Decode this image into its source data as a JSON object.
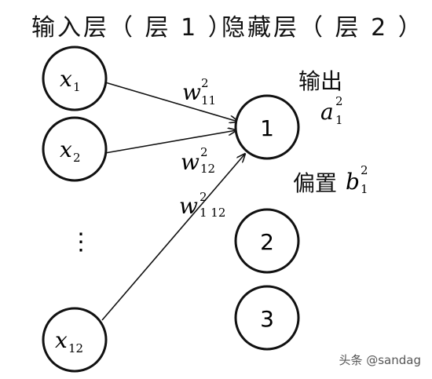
{
  "titles": {
    "input_layer": "输入层（ 层 1 ）",
    "hidden_layer": "隐藏层（ 层 2 ）"
  },
  "input_nodes": [
    {
      "base": "x",
      "sub": "1"
    },
    {
      "base": "x",
      "sub": "2"
    },
    {
      "base": "x",
      "sub": "12"
    }
  ],
  "ellipsis": "⋮",
  "hidden_nodes": [
    "1",
    "2",
    "3"
  ],
  "weights": [
    {
      "base": "w",
      "sup": "2",
      "sub": "11"
    },
    {
      "base": "w",
      "sup": "2",
      "sub": "12"
    },
    {
      "base": "w",
      "sup": "2",
      "sub": "1 12"
    }
  ],
  "output": {
    "word": "输出",
    "base": "a",
    "sup": "2",
    "sub": "1"
  },
  "bias": {
    "word": "偏置",
    "base": "b",
    "sup": "2",
    "sub": "1"
  },
  "watermark": "头条 @sandag",
  "colors": {
    "stroke": "#111111",
    "background": "#ffffff",
    "watermark": "#555555"
  }
}
